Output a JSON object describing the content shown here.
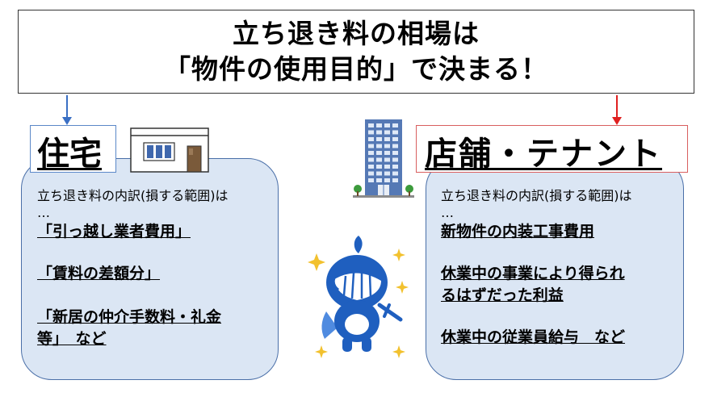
{
  "title": {
    "line1": "立ち退き料の相場は",
    "line2": "「物件の使用目的」で決まる！"
  },
  "housing": {
    "heading": "住宅",
    "intro": [
      "立ち退き料の内訳(損する範囲)は",
      "…"
    ],
    "items": [
      [
        "「引っ越し業者費用」"
      ],
      [
        "「賃料の差額分」"
      ],
      [
        "「新居の仲介手数料・礼金",
        "等」　など"
      ]
    ]
  },
  "store": {
    "heading": "店舗・テナント",
    "intro": [
      "立ち退き料の内訳(損する範囲)は",
      "…"
    ],
    "items": [
      [
        "新物件の内装工事費用"
      ],
      [
        "休業中の事業により得られ",
        "るはずだった利益"
      ],
      [
        "休業中の従業員給与　など"
      ]
    ]
  },
  "colors": {
    "panel_fill": "#dbe6f4",
    "panel_border": "#4a6fa8",
    "housing_arrow": "#3a6fc4",
    "store_arrow": "#e02020",
    "mascot_blue": "#1f5fbf",
    "star": "#f2c12e"
  },
  "icons": [
    "house-icon",
    "building-icon",
    "knight-mascot-icon"
  ]
}
